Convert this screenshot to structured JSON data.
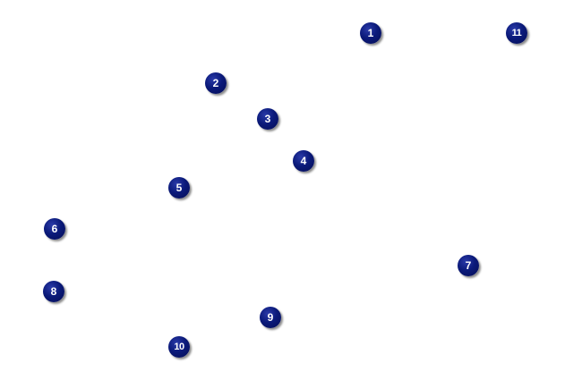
{
  "markers": [
    {
      "label": "1"
    },
    {
      "label": "11"
    },
    {
      "label": "2"
    },
    {
      "label": "3"
    },
    {
      "label": "4"
    },
    {
      "label": "5"
    },
    {
      "label": "6"
    },
    {
      "label": "7"
    },
    {
      "label": "8"
    },
    {
      "label": "9"
    },
    {
      "label": "10"
    }
  ],
  "colors": {
    "marker_fill": "#0b1a7a",
    "marker_text": "#ffffff",
    "background": "#ffffff"
  }
}
